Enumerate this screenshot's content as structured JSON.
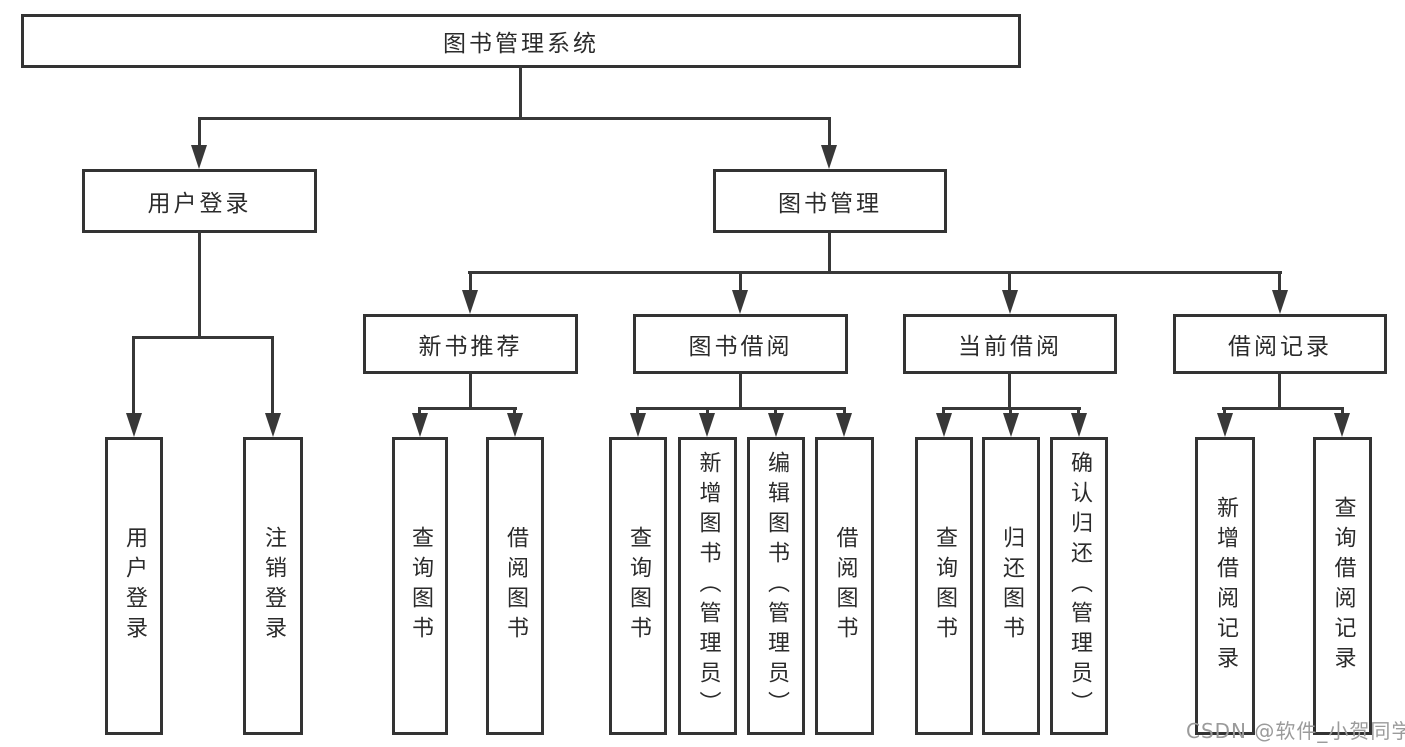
{
  "tree": {
    "label": "图书管理系统",
    "children": [
      {
        "label": "用户登录",
        "children": [
          {
            "label": "用户登录"
          },
          {
            "label": "注销登录"
          }
        ]
      },
      {
        "label": "图书管理",
        "children": [
          {
            "label": "新书推荐",
            "children": [
              {
                "label": "查询图书"
              },
              {
                "label": "借阅图书"
              }
            ]
          },
          {
            "label": "图书借阅",
            "children": [
              {
                "label": "查询图书"
              },
              {
                "label": "新增图书（管理员）"
              },
              {
                "label": "编辑图书（管理员）"
              },
              {
                "label": "借阅图书"
              }
            ]
          },
          {
            "label": "当前借阅",
            "children": [
              {
                "label": "查询图书"
              },
              {
                "label": "归还图书"
              },
              {
                "label": "确认归还（管理员）"
              }
            ]
          },
          {
            "label": "借阅记录",
            "children": [
              {
                "label": "新增借阅记录"
              },
              {
                "label": "查询借阅记录"
              }
            ]
          }
        ]
      }
    ]
  },
  "watermark": "CSDN @软件_小贺同学",
  "colors": {
    "line": "#383838",
    "box_border": "#333333",
    "text": "#2b2b2b",
    "watermark_text": "#9b9b9b",
    "background": "#ffffff"
  }
}
